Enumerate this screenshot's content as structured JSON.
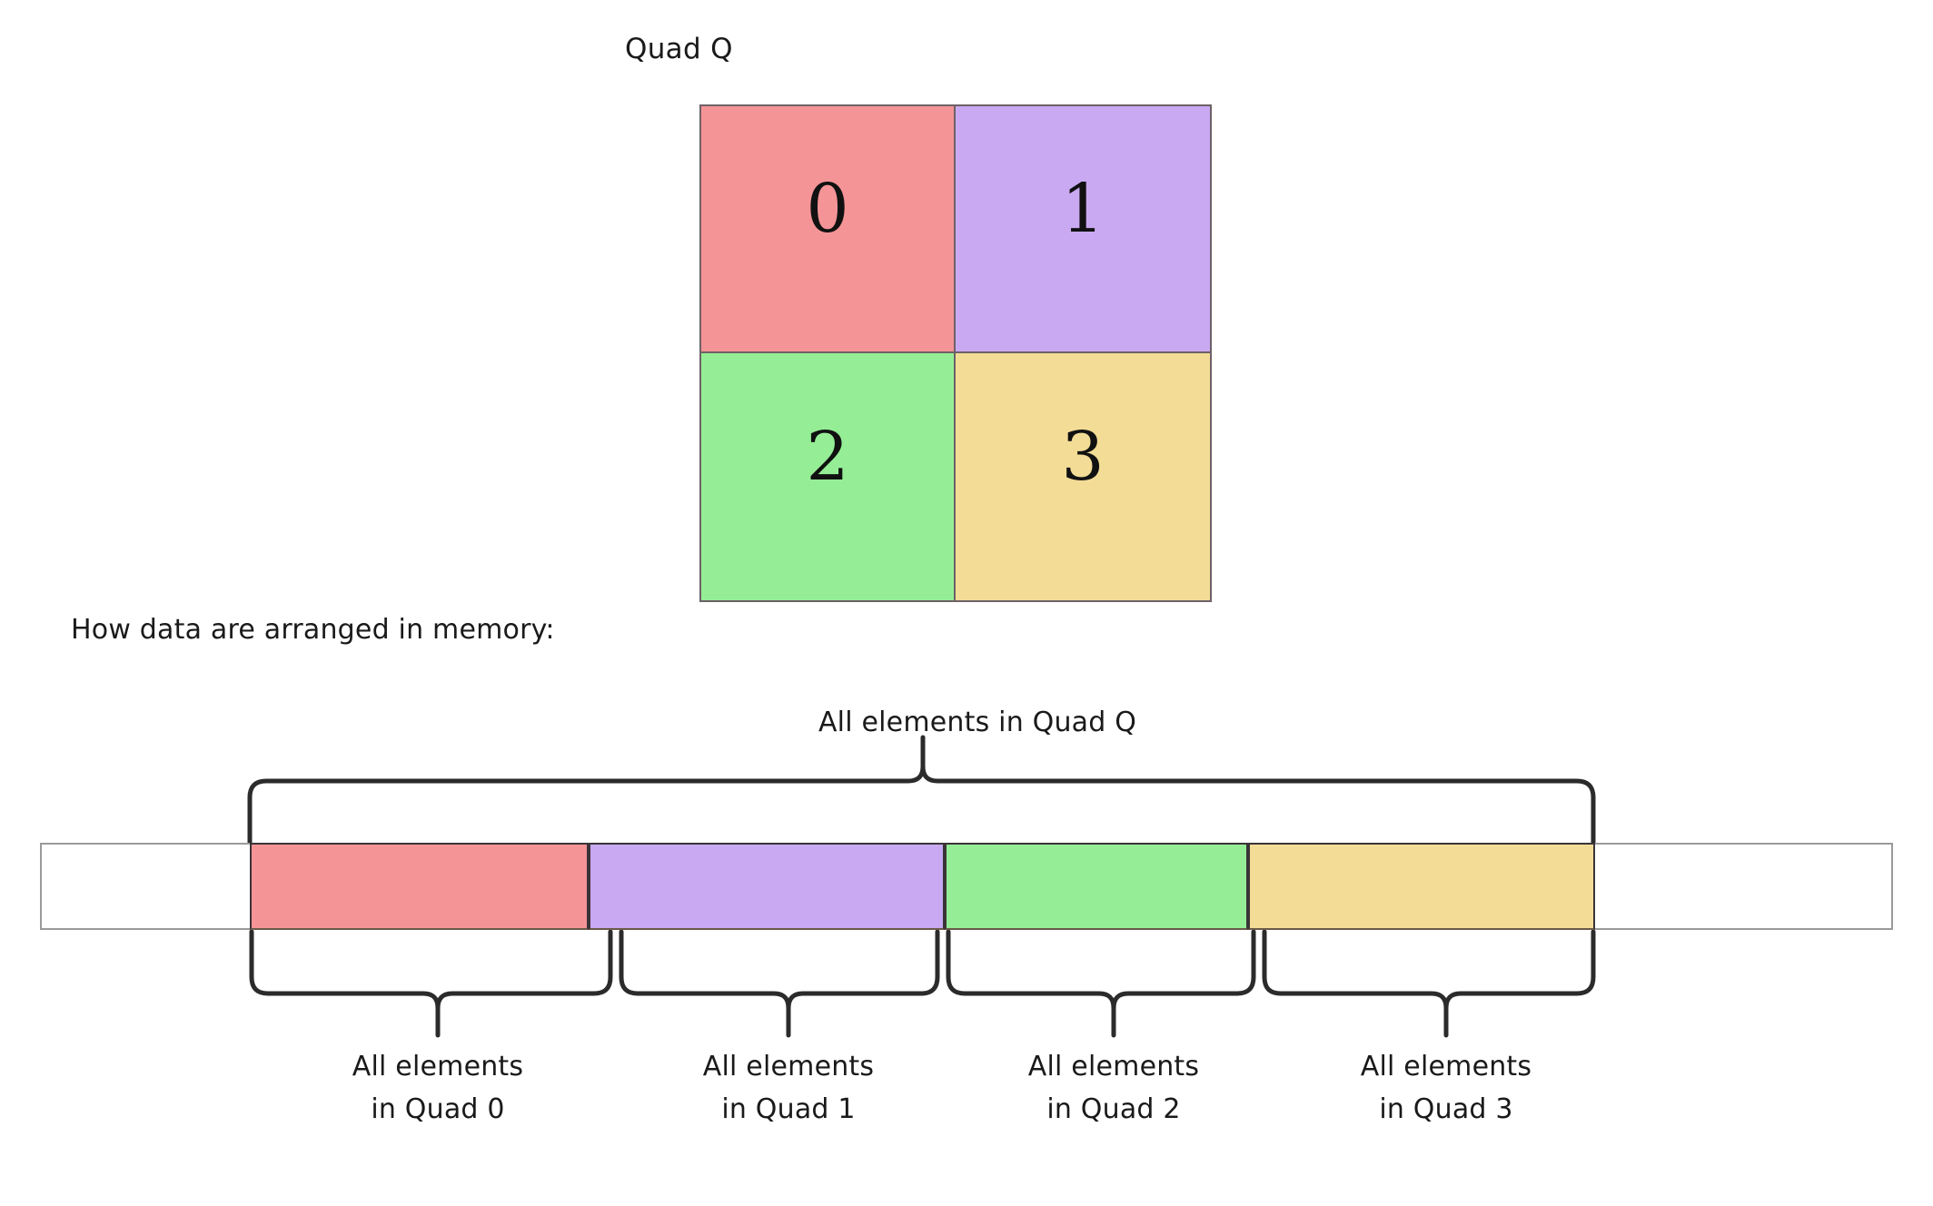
{
  "diagram": {
    "quad_title": "Quad Q",
    "memory_caption": "How data are arranged in memory:",
    "top_brace_label": "All elements in Quad Q"
  },
  "quad_grid": {
    "cells": [
      {
        "label": "0",
        "color": "#F59497"
      },
      {
        "label": "1",
        "color": "#C9A9F2"
      },
      {
        "label": "2",
        "color": "#95EE96"
      },
      {
        "label": "3",
        "color": "#F3DC96"
      }
    ]
  },
  "memory_bar": {
    "segments": [
      {
        "quad": "0",
        "color": "#F59497",
        "label_line1": "All elements",
        "label_line2": "in Quad 0"
      },
      {
        "quad": "1",
        "color": "#C9A9F2",
        "label_line1": "All elements",
        "label_line2": "in Quad 1"
      },
      {
        "quad": "2",
        "color": "#95EE96",
        "label_line1": "All elements",
        "label_line2": "in Quad 2"
      },
      {
        "quad": "3",
        "color": "#F3DC96",
        "label_line1": "All elements",
        "label_line2": "in Quad 3"
      }
    ]
  }
}
